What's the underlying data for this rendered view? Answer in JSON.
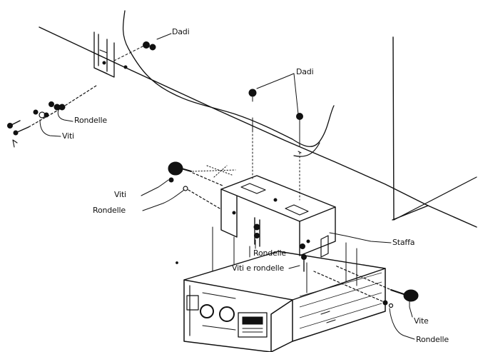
{
  "labels": {
    "dadi_top": "Dadi",
    "dadi_center": "Dadi",
    "rondelle_left": "Rondelle",
    "viti_left": "Viti",
    "viti_middle": "Viti",
    "rondelle_middle": "Rondelle",
    "staffa": "Staffa",
    "rondelle_bracket": "Rondelle",
    "viti_e_rondelle": "Viti e rondelle",
    "vite": "Vite",
    "rondelle_bottom": "Rondelle"
  }
}
